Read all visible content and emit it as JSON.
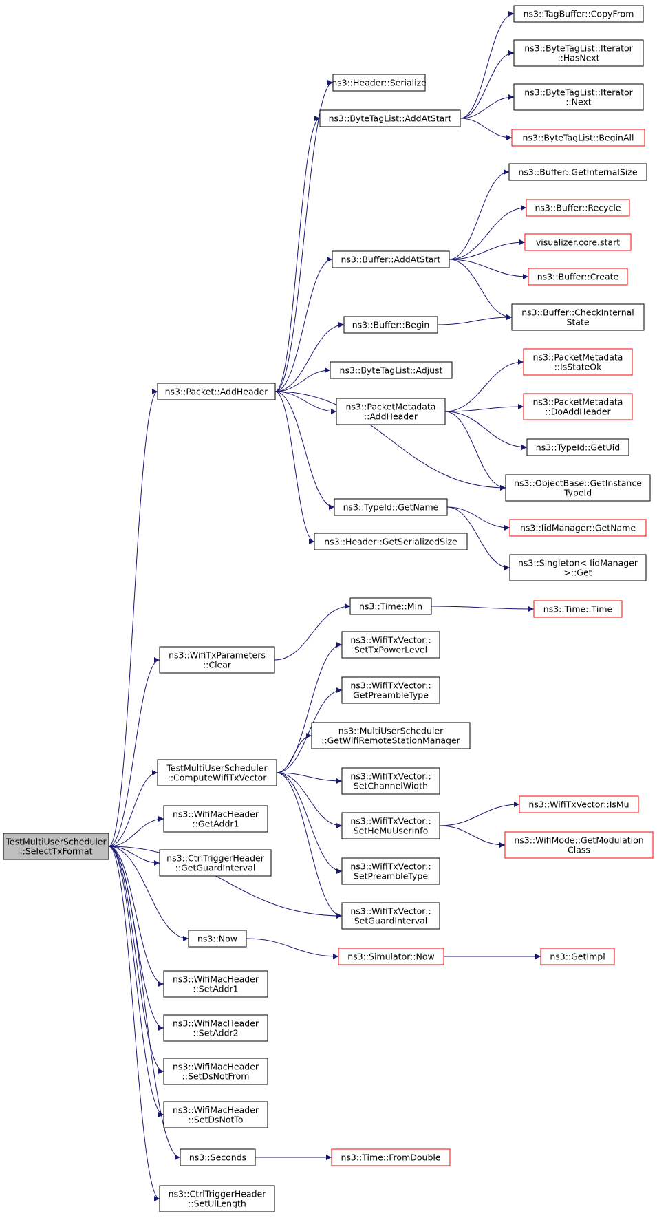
{
  "graph": {
    "colors": {
      "edge": "#191970",
      "node_border": "#000000",
      "truncated_node_border": "#ff0000",
      "root_fill": "#bfbfbf"
    },
    "nodes": [
      {
        "id": "root",
        "lines": [
          "TestMultiUserScheduler",
          "::SelectTxFormat"
        ],
        "root": true
      },
      {
        "id": "addheader",
        "lines": [
          "ns3::Packet::AddHeader"
        ]
      },
      {
        "id": "wtxparamclear",
        "lines": [
          "ns3::WifiTxParameters",
          "::Clear"
        ]
      },
      {
        "id": "computetxv",
        "lines": [
          "TestMultiUserScheduler",
          "::ComputeWifiTxVector"
        ]
      },
      {
        "id": "getaddr1",
        "lines": [
          "ns3::WifiMacHeader",
          "::GetAddr1"
        ]
      },
      {
        "id": "getguard",
        "lines": [
          "ns3::CtrlTriggerHeader",
          "::GetGuardInterval"
        ]
      },
      {
        "id": "now",
        "lines": [
          "ns3::Now"
        ]
      },
      {
        "id": "setaddr1",
        "lines": [
          "ns3::WifiMacHeader",
          "::SetAddr1"
        ]
      },
      {
        "id": "setaddr2",
        "lines": [
          "ns3::WifiMacHeader",
          "::SetAddr2"
        ]
      },
      {
        "id": "setdsnotfrom",
        "lines": [
          "ns3::WifiMacHeader",
          "::SetDsNotFrom"
        ]
      },
      {
        "id": "setdsnotto",
        "lines": [
          "ns3::WifiMacHeader",
          "::SetDsNotTo"
        ]
      },
      {
        "id": "seconds",
        "lines": [
          "ns3::Seconds"
        ]
      },
      {
        "id": "setullength",
        "lines": [
          "ns3::CtrlTriggerHeader",
          "::SetUlLength"
        ]
      },
      {
        "id": "hdrserialize",
        "lines": [
          "ns3::Header::Serialize"
        ]
      },
      {
        "id": "btlaas",
        "lines": [
          "ns3::ByteTagList::AddAtStart"
        ]
      },
      {
        "id": "bufaas",
        "lines": [
          "ns3::Buffer::AddAtStart"
        ]
      },
      {
        "id": "bufbegin",
        "lines": [
          "ns3::Buffer::Begin"
        ]
      },
      {
        "id": "btladjust",
        "lines": [
          "ns3::ByteTagList::Adjust"
        ]
      },
      {
        "id": "pmaddheader",
        "lines": [
          "ns3::PacketMetadata",
          "::AddHeader"
        ]
      },
      {
        "id": "typeidgetname",
        "lines": [
          "ns3::TypeId::GetName"
        ]
      },
      {
        "id": "hdrgetsersize",
        "lines": [
          "ns3::Header::GetSerializedSize"
        ]
      },
      {
        "id": "tagbufcopy",
        "lines": [
          "ns3::TagBuffer::CopyFrom"
        ]
      },
      {
        "id": "btlhasnext",
        "lines": [
          "ns3::ByteTagList::Iterator",
          "::HasNext"
        ]
      },
      {
        "id": "btlnext",
        "lines": [
          "ns3::ByteTagList::Iterator",
          "::Next"
        ]
      },
      {
        "id": "btlbeginall",
        "lines": [
          "ns3::ByteTagList::BeginAll"
        ],
        "truncated": true
      },
      {
        "id": "bufgetinternal",
        "lines": [
          "ns3::Buffer::GetInternalSize"
        ]
      },
      {
        "id": "bufrecycle",
        "lines": [
          "ns3::Buffer::Recycle"
        ],
        "truncated": true
      },
      {
        "id": "viscorestart",
        "lines": [
          "visualizer.core.start"
        ],
        "truncated": true
      },
      {
        "id": "bufcreate",
        "lines": [
          "ns3::Buffer::Create"
        ],
        "truncated": true
      },
      {
        "id": "bufcheckinternal",
        "lines": [
          "ns3::Buffer::CheckInternal",
          "State"
        ]
      },
      {
        "id": "pmisstateok",
        "lines": [
          "ns3::PacketMetadata",
          "::IsStateOk"
        ],
        "truncated": true
      },
      {
        "id": "pmdoaddheader",
        "lines": [
          "ns3::PacketMetadata",
          "::DoAddHeader"
        ],
        "truncated": true
      },
      {
        "id": "typeidgetuid",
        "lines": [
          "ns3::TypeId::GetUid"
        ]
      },
      {
        "id": "objbasegetinst",
        "lines": [
          "ns3::ObjectBase::GetInstance",
          "TypeId"
        ]
      },
      {
        "id": "iidgetname",
        "lines": [
          "ns3::IidManager::GetName"
        ],
        "truncated": true
      },
      {
        "id": "singletonget",
        "lines": [
          "ns3::Singleton< IidManager",
          ">::Get"
        ]
      },
      {
        "id": "timemin",
        "lines": [
          "ns3::Time::Min"
        ]
      },
      {
        "id": "timetime",
        "lines": [
          "ns3::Time::Time"
        ],
        "truncated": true
      },
      {
        "id": "settxpower",
        "lines": [
          "ns3::WifiTxVector::",
          "SetTxPowerLevel"
        ]
      },
      {
        "id": "getpreamble",
        "lines": [
          "ns3::WifiTxVector::",
          "GetPreambleType"
        ]
      },
      {
        "id": "getwifirsm",
        "lines": [
          "ns3::MultiUserScheduler",
          "::GetWifiRemoteStationManager"
        ]
      },
      {
        "id": "setchanwidth",
        "lines": [
          "ns3::WifiTxVector::",
          "SetChannelWidth"
        ]
      },
      {
        "id": "sethemuuser",
        "lines": [
          "ns3::WifiTxVector::",
          "SetHeMuUserInfo"
        ]
      },
      {
        "id": "setpreamble",
        "lines": [
          "ns3::WifiTxVector::",
          "SetPreambleType"
        ]
      },
      {
        "id": "setguard",
        "lines": [
          "ns3::WifiTxVector::",
          "SetGuardInterval"
        ]
      },
      {
        "id": "ismu",
        "lines": [
          "ns3::WifiTxVector::IsMu"
        ],
        "truncated": true
      },
      {
        "id": "getmodclass",
        "lines": [
          "ns3::WifiMode::GetModulation",
          "Class"
        ],
        "truncated": true
      },
      {
        "id": "simnow",
        "lines": [
          "ns3::Simulator::Now"
        ],
        "truncated": true
      },
      {
        "id": "getimpl",
        "lines": [
          "ns3::GetImpl"
        ],
        "truncated": true
      },
      {
        "id": "fromdouble",
        "lines": [
          "ns3::Time::FromDouble"
        ],
        "truncated": true
      }
    ],
    "edges": [
      [
        "root",
        "addheader"
      ],
      [
        "root",
        "wtxparamclear"
      ],
      [
        "root",
        "computetxv"
      ],
      [
        "root",
        "getaddr1"
      ],
      [
        "root",
        "getguard"
      ],
      [
        "root",
        "setguard"
      ],
      [
        "root",
        "now"
      ],
      [
        "root",
        "setaddr1"
      ],
      [
        "root",
        "setaddr2"
      ],
      [
        "root",
        "setdsnotfrom"
      ],
      [
        "root",
        "setdsnotto"
      ],
      [
        "root",
        "seconds"
      ],
      [
        "root",
        "setullength"
      ],
      [
        "addheader",
        "hdrserialize"
      ],
      [
        "addheader",
        "btlaas"
      ],
      [
        "addheader",
        "bufaas"
      ],
      [
        "addheader",
        "bufbegin"
      ],
      [
        "addheader",
        "btladjust"
      ],
      [
        "addheader",
        "pmaddheader"
      ],
      [
        "addheader",
        "objbasegetinst"
      ],
      [
        "addheader",
        "typeidgetname"
      ],
      [
        "addheader",
        "hdrgetsersize"
      ],
      [
        "btlaas",
        "tagbufcopy"
      ],
      [
        "btlaas",
        "btlhasnext"
      ],
      [
        "btlaas",
        "btlnext"
      ],
      [
        "btlaas",
        "btlbeginall"
      ],
      [
        "bufaas",
        "bufgetinternal"
      ],
      [
        "bufaas",
        "bufrecycle"
      ],
      [
        "bufaas",
        "viscorestart"
      ],
      [
        "bufaas",
        "bufcreate"
      ],
      [
        "bufaas",
        "bufcheckinternal"
      ],
      [
        "bufbegin",
        "bufcheckinternal"
      ],
      [
        "pmaddheader",
        "pmisstateok"
      ],
      [
        "pmaddheader",
        "pmdoaddheader"
      ],
      [
        "pmaddheader",
        "typeidgetuid"
      ],
      [
        "pmaddheader",
        "objbasegetinst"
      ],
      [
        "typeidgetname",
        "iidgetname"
      ],
      [
        "typeidgetname",
        "singletonget"
      ],
      [
        "wtxparamclear",
        "timemin"
      ],
      [
        "timemin",
        "timetime"
      ],
      [
        "computetxv",
        "settxpower"
      ],
      [
        "computetxv",
        "getpreamble"
      ],
      [
        "computetxv",
        "getwifirsm"
      ],
      [
        "computetxv",
        "setchanwidth"
      ],
      [
        "computetxv",
        "sethemuuser"
      ],
      [
        "computetxv",
        "setpreamble"
      ],
      [
        "computetxv",
        "setguard"
      ],
      [
        "sethemuuser",
        "ismu"
      ],
      [
        "sethemuuser",
        "getmodclass"
      ],
      [
        "now",
        "simnow"
      ],
      [
        "simnow",
        "getimpl"
      ],
      [
        "seconds",
        "fromdouble"
      ]
    ]
  }
}
